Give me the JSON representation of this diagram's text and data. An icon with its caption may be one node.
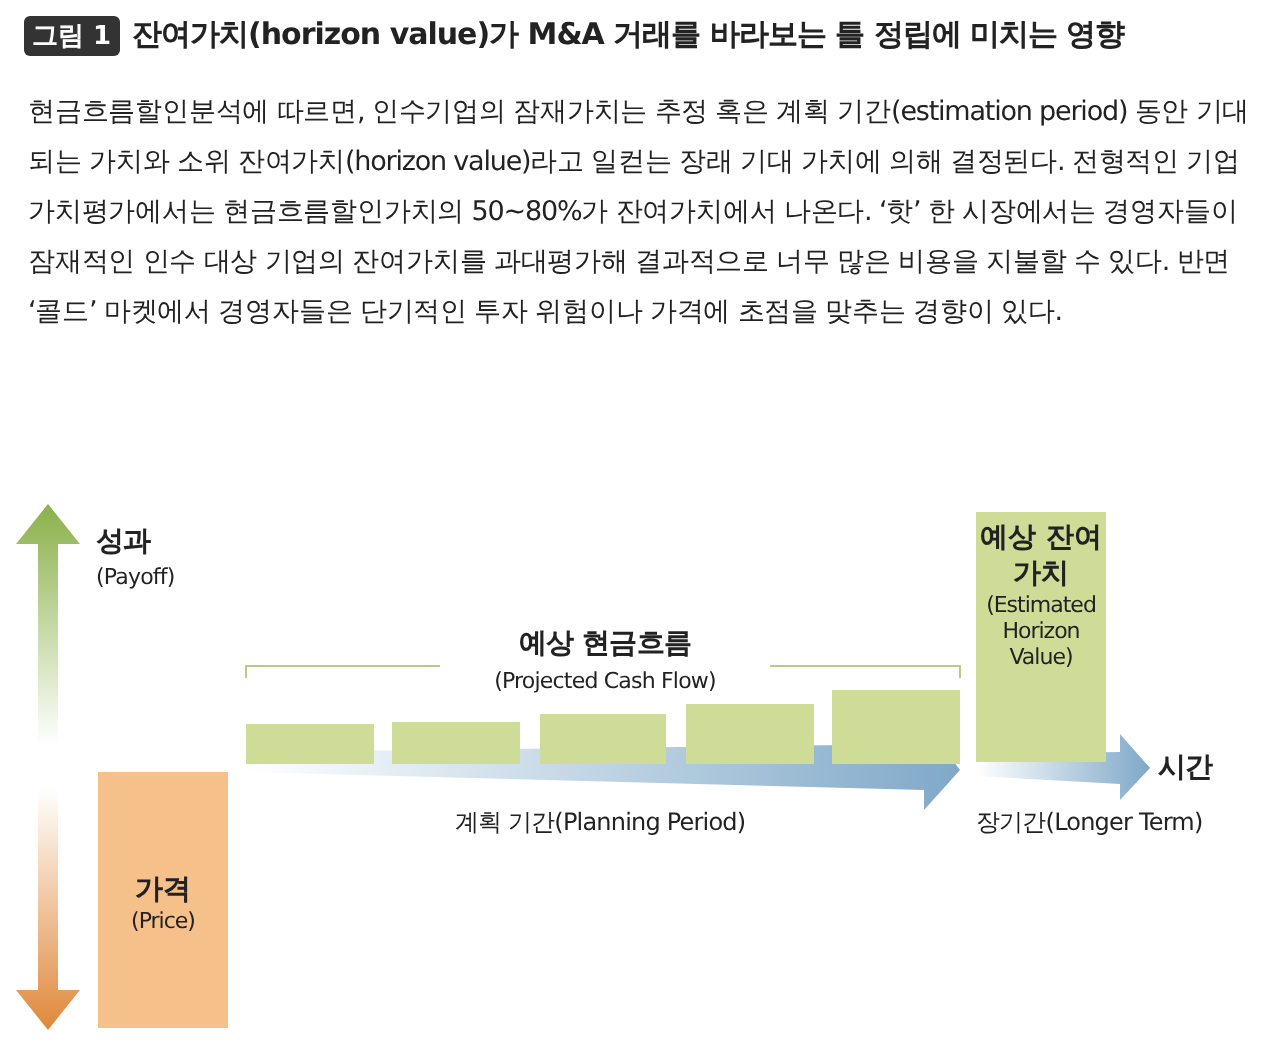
{
  "diagram": {
    "title": "잔여가치(horizon value)가 M&A 거래를 바라보는 틀 정립에 미치는 영향",
    "nodes": [
      {
        "text": [
          "가격",
          "(Price)"
        ]
      },
      {
        "text": [],
        "shape": "bar"
      },
      {
        "text": [],
        "shape": "bar"
      },
      {
        "text": [],
        "shape": "bar"
      },
      {
        "text": [],
        "shape": "bar"
      },
      {
        "text": [],
        "shape": "bar"
      },
      {
        "text": [
          "예상 잔여가치",
          "(Estimated Horizon Value)"
        ]
      }
    ],
    "labels": [
      "그림 1",
      "현금흐름할인분석에 따르면, 인수기업의 잠재가치는 추정 혹은 계획 기간(estimation period) 동안 기대되는 가치와 소위 잔여가치(horizon value)라고 일컫는 장래 기대 가치에 의해 결정된다. 전형적인 기업 가치평가에서는 현금흐름할인가치의 50~80%가 잔여가치에서 나온다. ‘핫’ 한 시장에서는 경영자들이 잠재적인 인수 대상 기업의 잔여가치를 과대평가해 결과적으로 너무 많은 비용을 지불할 수 있다. 반면 ‘콜드’ 마켓에서 경영자들은 단기적인 투자 위험이나 가격에 초점을 맞추는 경향이 있다.",
      "성과",
      "(Payoff)",
      "예상 현금흐름",
      "(Projected Cash Flow)",
      "시간",
      "계획 기간(Planning Period)",
      "장기간(Longer Term)"
    ]
  }
}
